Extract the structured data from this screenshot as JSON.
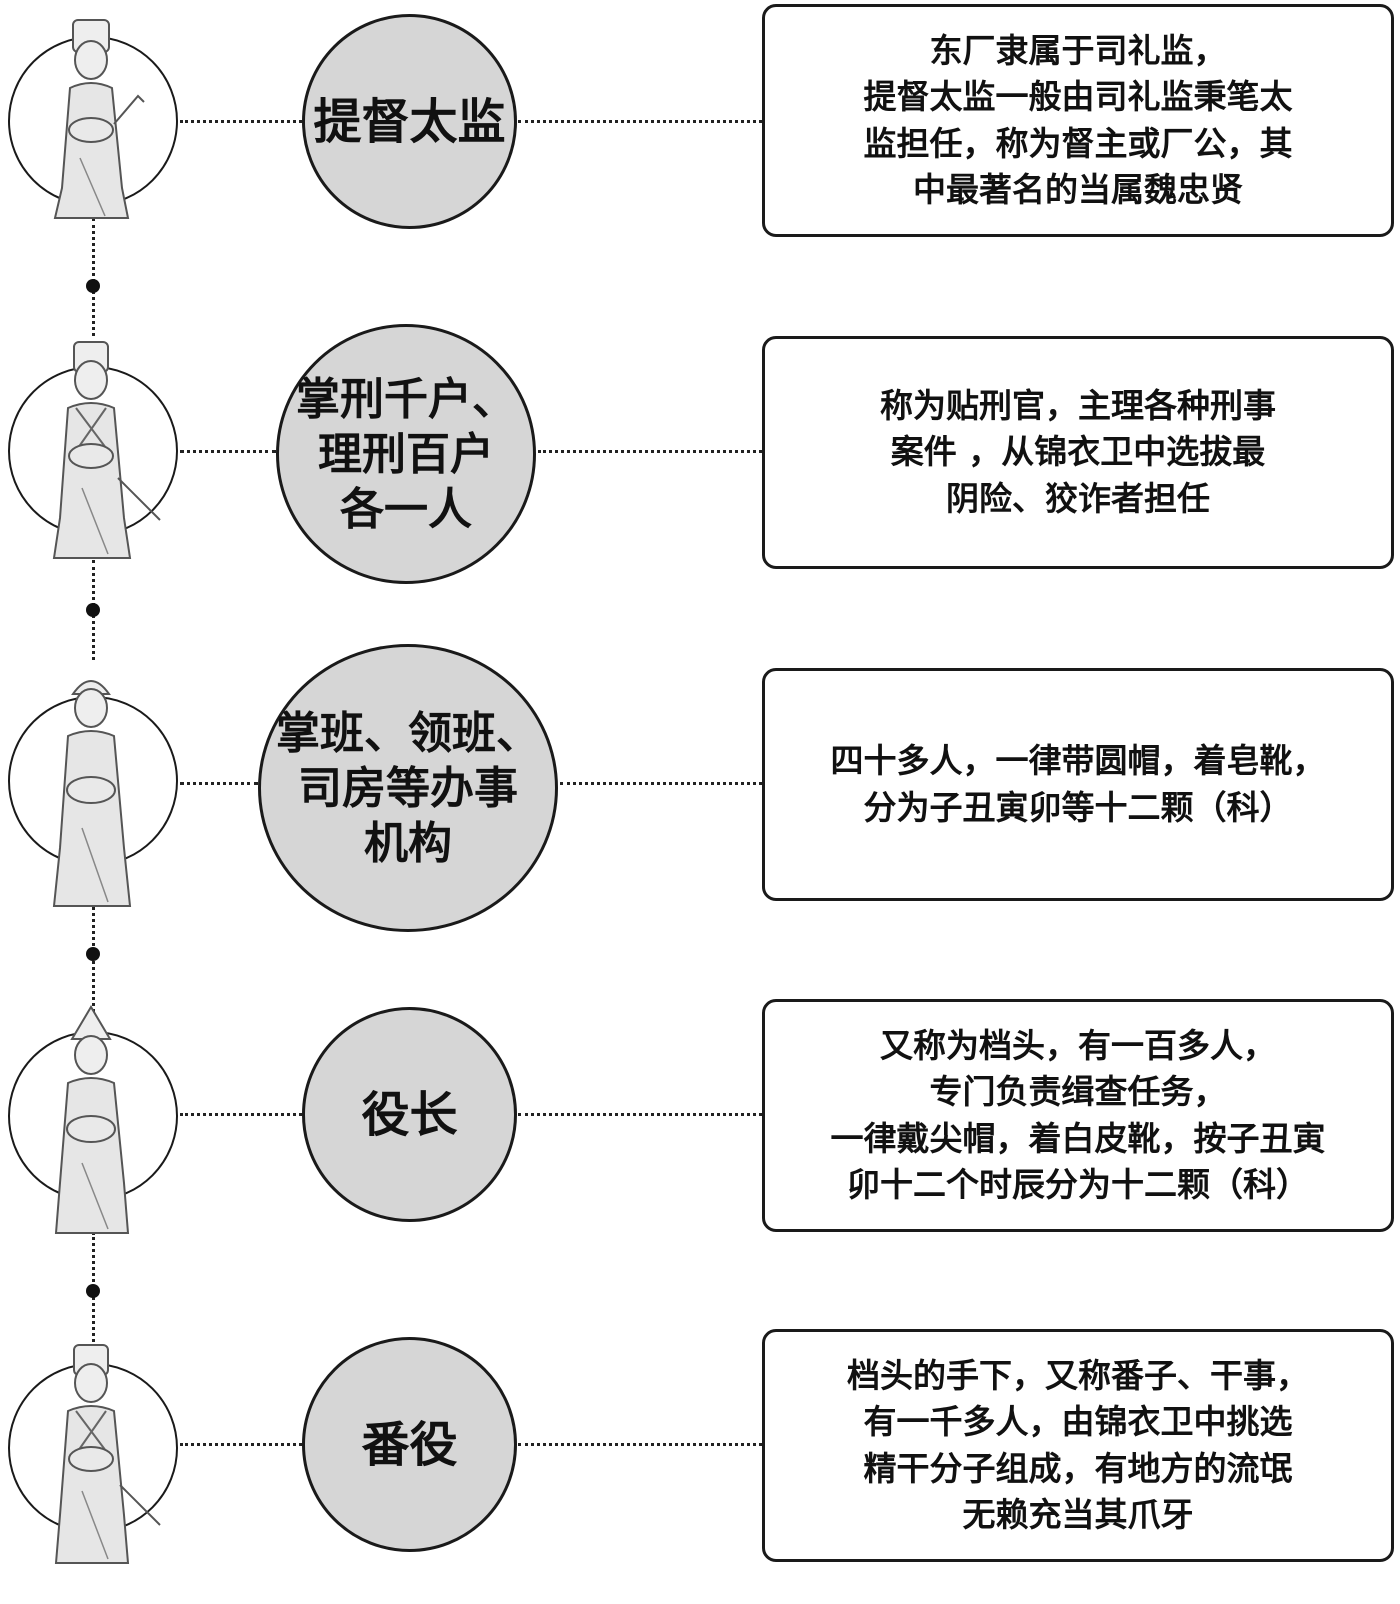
{
  "levels": [
    {
      "title": "提督太监",
      "description": "东厂隶属于司礼监，\n提督太监一般由司礼监秉笔太\n监担任，称为督主或厂公，其\n中最著名的当属魏忠贤"
    },
    {
      "title": "掌刑千户、\n理刑百户\n各一人",
      "description": "称为贴刑官，主理各种刑事\n案件 ，从锦衣卫中选拔最\n阴险、狡诈者担任"
    },
    {
      "title": "掌班、领班、\n司房等办事\n机构",
      "description": "四十多人，一律带圆帽，着皂靴，\n分为子丑寅卯等十二颗（科）"
    },
    {
      "title": "役长",
      "description": "又称为档头，有一百多人，\n专门负责缉查任务，\n一律戴尖帽，着白皮靴，按子丑寅\n卯十二个时辰分为十二颗（科）"
    },
    {
      "title": "番役",
      "description": "档头的手下，又称番子、干事，\n有一千多人，由锦衣卫中挑选\n精干分子组成，有地方的流氓\n无赖充当其爪牙"
    }
  ],
  "icons": {
    "figure": "eunuch-figure-icon",
    "connector": "dotted-line",
    "node": "black-dot"
  },
  "colors": {
    "title_fill": "#d6d6d6",
    "outline": "#1a1a1a",
    "figure_fill": "#e6e6e6"
  }
}
